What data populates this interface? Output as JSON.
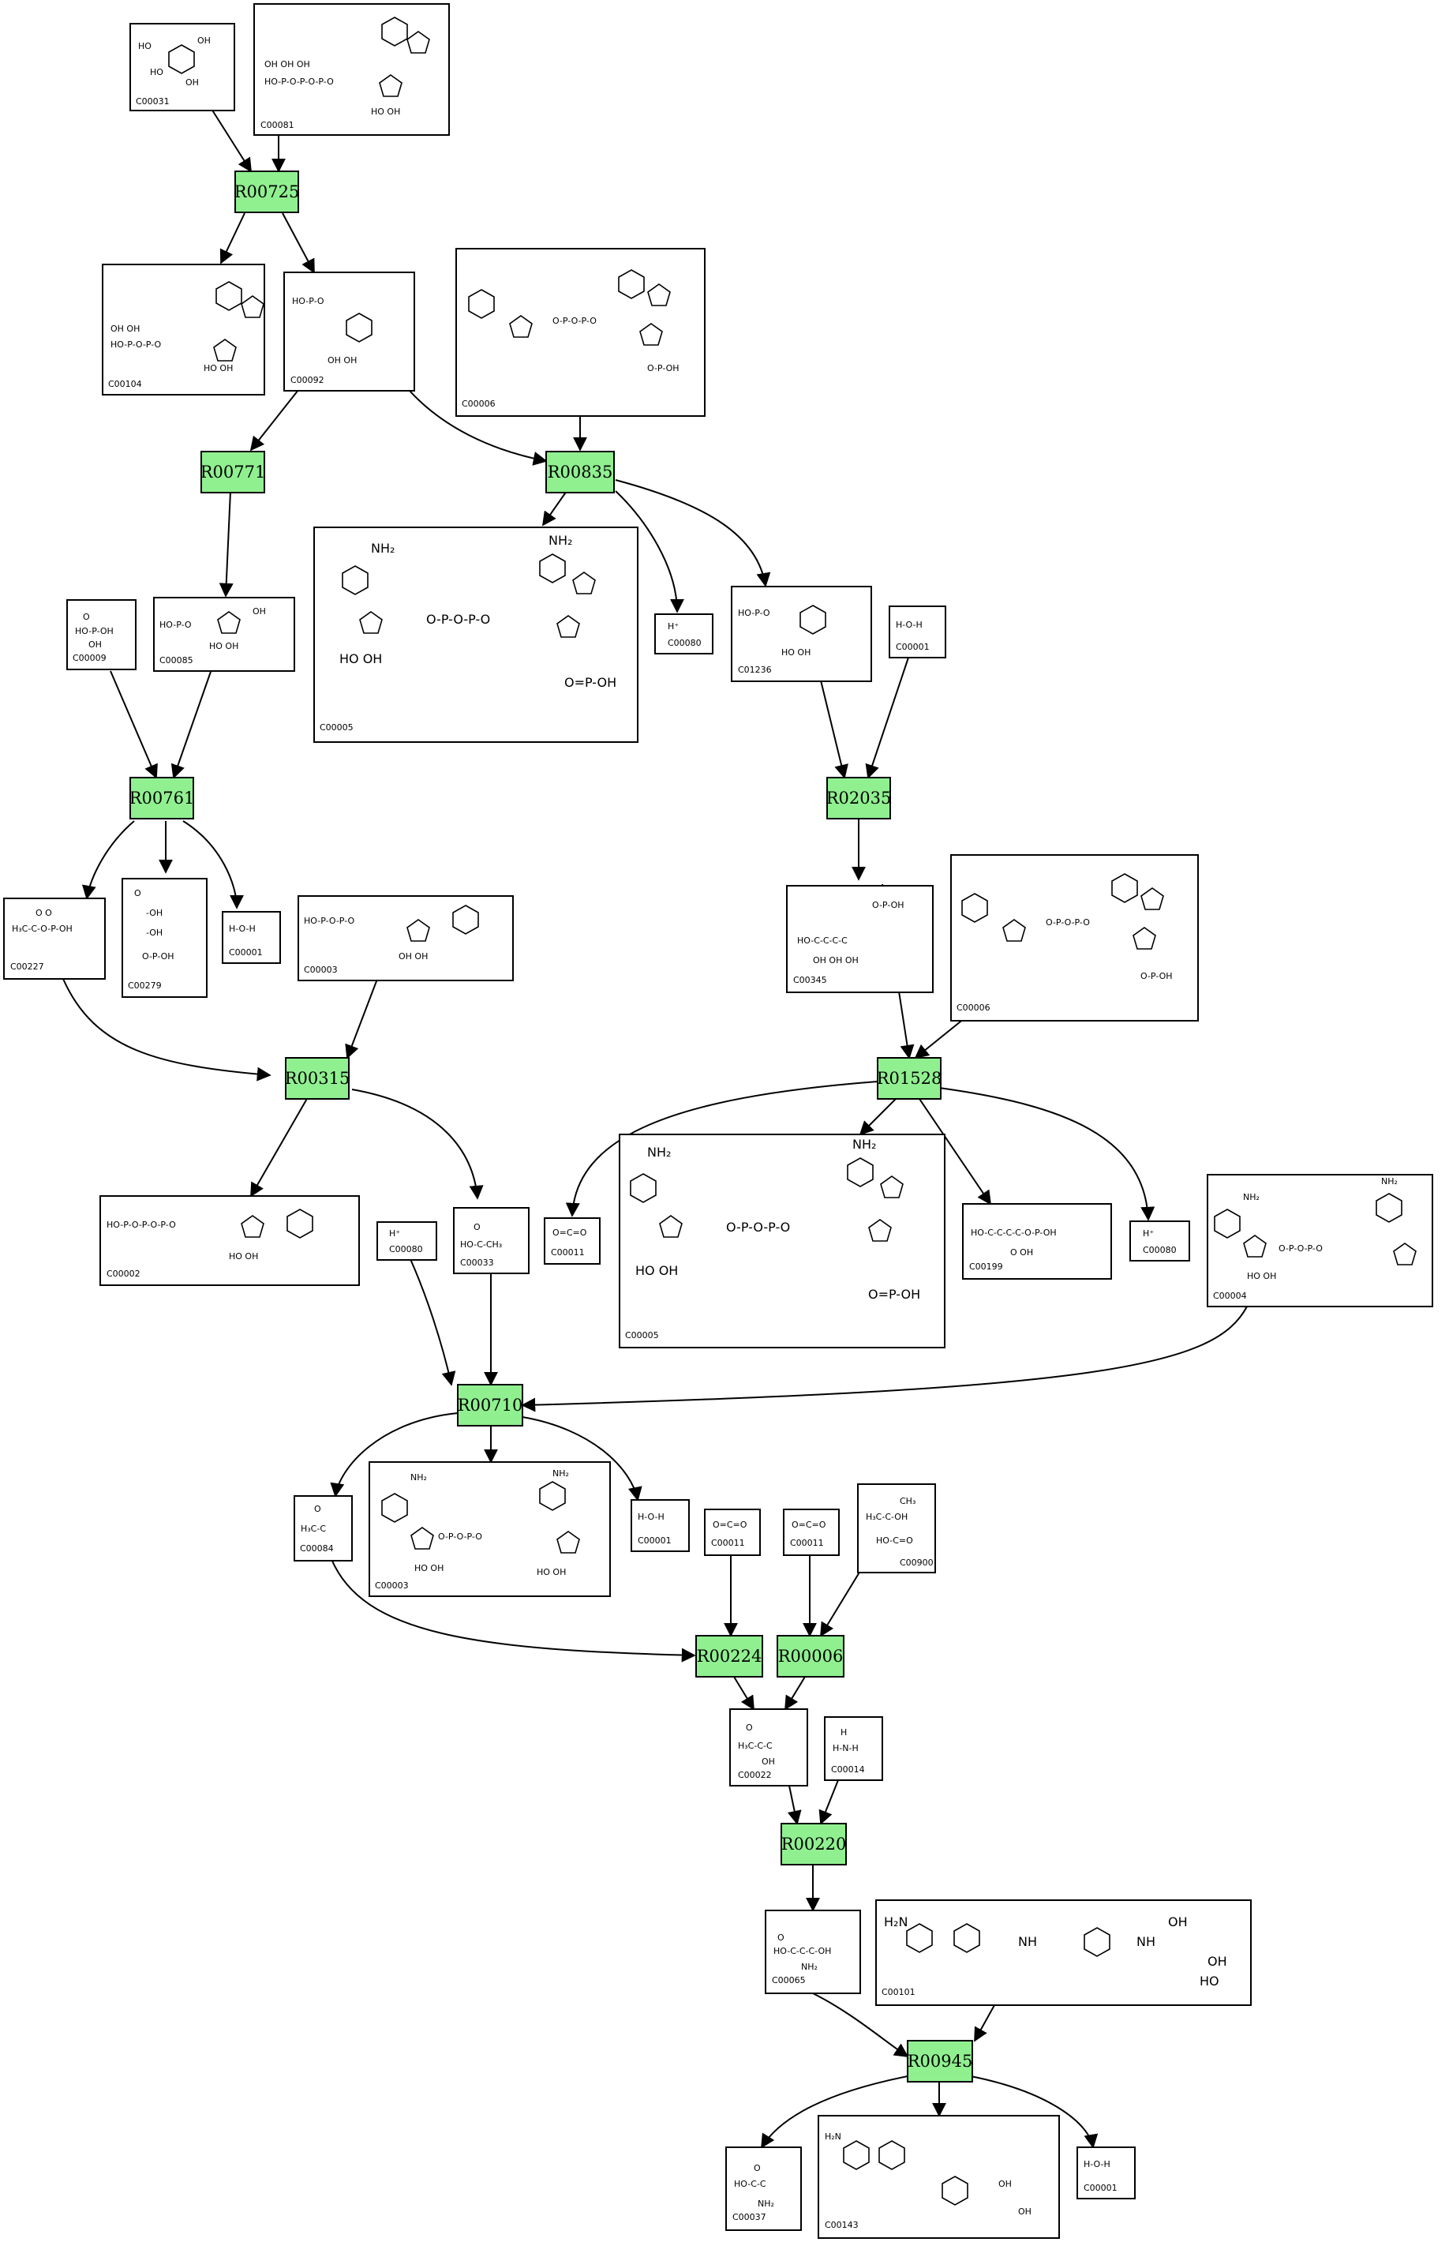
{
  "compounds": {
    "c00031": {
      "id": "C00031"
    },
    "c00081": {
      "id": "C00081"
    },
    "c00104": {
      "id": "C00104"
    },
    "c00092": {
      "id": "C00092"
    },
    "c00006a": {
      "id": "C00006"
    },
    "c00009": {
      "id": "C00009"
    },
    "c00085": {
      "id": "C00085"
    },
    "c00005a": {
      "id": "C00005"
    },
    "c00080a": {
      "id": "C00080",
      "formula": "H⁺"
    },
    "c01236": {
      "id": "C01236"
    },
    "c00001a": {
      "id": "C00001"
    },
    "c00227": {
      "id": "C00227"
    },
    "c00279": {
      "id": "C00279"
    },
    "c00001b": {
      "id": "C00001"
    },
    "c00003a": {
      "id": "C00003"
    },
    "c00345": {
      "id": "C00345"
    },
    "c00006b": {
      "id": "C00006"
    },
    "c00002": {
      "id": "C00002"
    },
    "c00080b": {
      "id": "C00080",
      "formula": "H⁺"
    },
    "c00033": {
      "id": "C00033"
    },
    "c00011a": {
      "id": "C00011"
    },
    "c00005b": {
      "id": "C00005"
    },
    "c00199": {
      "id": "C00199"
    },
    "c00080c": {
      "id": "C00080",
      "formula": "H⁺"
    },
    "c00004": {
      "id": "C00004"
    },
    "c00084": {
      "id": "C00084"
    },
    "c00003b": {
      "id": "C00003"
    },
    "c00001c": {
      "id": "C00001"
    },
    "c00011b": {
      "id": "C00011"
    },
    "c00011c": {
      "id": "C00011"
    },
    "c00900": {
      "id": "C00900"
    },
    "c00022": {
      "id": "C00022"
    },
    "c00014": {
      "id": "C00014"
    },
    "c00065": {
      "id": "C00065"
    },
    "c00101": {
      "id": "C00101"
    },
    "c00037": {
      "id": "C00037"
    },
    "c00143": {
      "id": "C00143"
    },
    "c00001d": {
      "id": "C00001"
    }
  },
  "reactions": {
    "r00725": "R00725",
    "r00771": "R00771",
    "r00835": "R00835",
    "r00761": "R00761",
    "r02035": "R02035",
    "r00315": "R00315",
    "r01528": "R01528",
    "r00710": "R00710",
    "r00224": "R00224",
    "r00006": "R00006",
    "r00220": "R00220",
    "r00945": "R00945"
  },
  "colors": {
    "reaction_fill": "#90f090",
    "compound_fill": "#ffffff",
    "stroke": "#000000"
  }
}
